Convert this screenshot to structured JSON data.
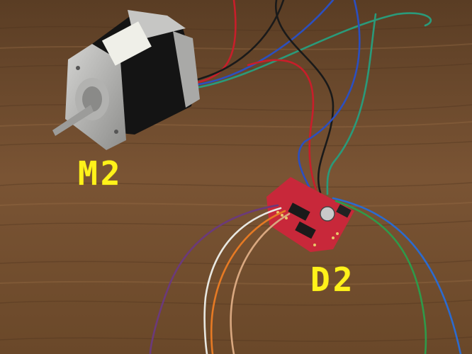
{
  "labels": {
    "motor": "M2",
    "driver": "D2"
  },
  "colors": {
    "label_yellow": "#fff21a",
    "table_wood": "#6b4a2e",
    "pcb_red": "#c8283a"
  },
  "wire_colors": [
    "red",
    "black",
    "blue",
    "green",
    "purple",
    "white",
    "orange",
    "tan"
  ]
}
